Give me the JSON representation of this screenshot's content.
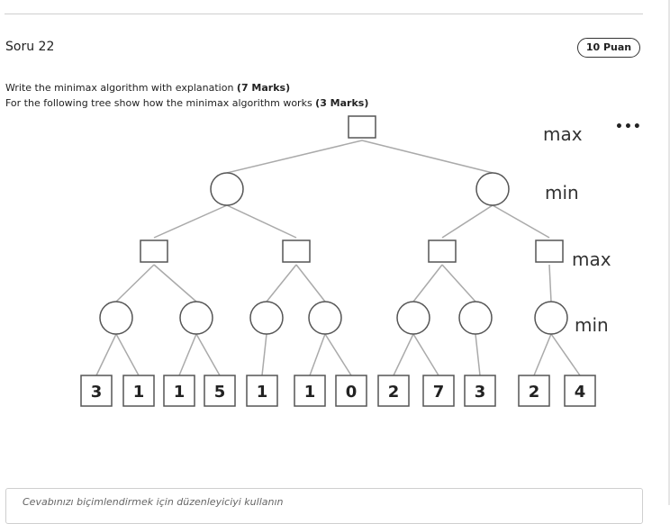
{
  "question": {
    "title": "Soru 22",
    "points": "10 Puan",
    "line1_text": "Write the minimax algorithm with explanation ",
    "line1_marks": "(7 Marks)",
    "line2_text": "For the following tree show how the minimax algorithm works ",
    "line2_marks": "(3 Marks)"
  },
  "menu": {
    "icon": "more-options-icon",
    "glyph": "•••"
  },
  "tree": {
    "level_labels": [
      "max",
      "min",
      "max",
      "min"
    ],
    "leaf_values": [
      "3",
      "1",
      "1",
      "5",
      "1",
      "1",
      "0",
      "2",
      "7",
      "3",
      "2",
      "4"
    ],
    "structure": {
      "root_children": 2,
      "min_children": [
        2,
        2
      ],
      "max_children": [
        2,
        2,
        2,
        1
      ],
      "min2_children": [
        2,
        2,
        1,
        2,
        2,
        1,
        2
      ]
    }
  },
  "answer": {
    "placeholder": "Cevabınızı biçimlendirmek için düzenleyiciyi kullanın"
  },
  "colors": {
    "node_stroke": "#555555",
    "edge": "#aaaaaa",
    "text": "#222222"
  }
}
